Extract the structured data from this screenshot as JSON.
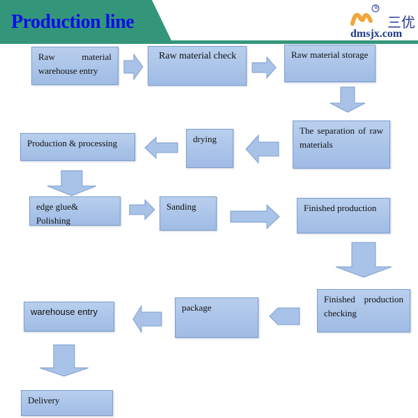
{
  "header": {
    "title": "Production line",
    "band_color": "#33967a",
    "logo": {
      "brand_cn": "三优",
      "registered_mark": "®",
      "url": "dmsjx.com"
    }
  },
  "colors": {
    "box_fill": "#aec7ea",
    "box_border": "#7b9dcc",
    "arrow_fill": "#a9c3e8",
    "title_color": "#0a10e6"
  },
  "steps": [
    {
      "id": 1,
      "label": "Raw material warehouse entry"
    },
    {
      "id": 2,
      "label": "Raw material check"
    },
    {
      "id": 3,
      "label": "Raw material storage"
    },
    {
      "id": 4,
      "label": "The separation of raw materials"
    },
    {
      "id": 5,
      "label": "drying"
    },
    {
      "id": 6,
      "label": "Production & processing"
    },
    {
      "id": 7,
      "label": "edge glue& Polishing"
    },
    {
      "id": 8,
      "label": "Sanding"
    },
    {
      "id": 9,
      "label": "Finished production"
    },
    {
      "id": 10,
      "label": "Finished production checking"
    },
    {
      "id": 11,
      "label": "package"
    },
    {
      "id": 12,
      "label": "warehouse entry"
    },
    {
      "id": 13,
      "label": "Delivery"
    }
  ],
  "flow": [
    {
      "from": 1,
      "to": 2,
      "direction": "right"
    },
    {
      "from": 2,
      "to": 3,
      "direction": "right"
    },
    {
      "from": 3,
      "to": 4,
      "direction": "down"
    },
    {
      "from": 4,
      "to": 5,
      "direction": "left"
    },
    {
      "from": 5,
      "to": 6,
      "direction": "left"
    },
    {
      "from": 6,
      "to": 7,
      "direction": "down"
    },
    {
      "from": 7,
      "to": 8,
      "direction": "right"
    },
    {
      "from": 8,
      "to": 9,
      "direction": "right"
    },
    {
      "from": 9,
      "to": 10,
      "direction": "down"
    },
    {
      "from": 10,
      "to": 11,
      "direction": "left"
    },
    {
      "from": 11,
      "to": 12,
      "direction": "left"
    },
    {
      "from": 12,
      "to": 13,
      "direction": "down"
    }
  ]
}
